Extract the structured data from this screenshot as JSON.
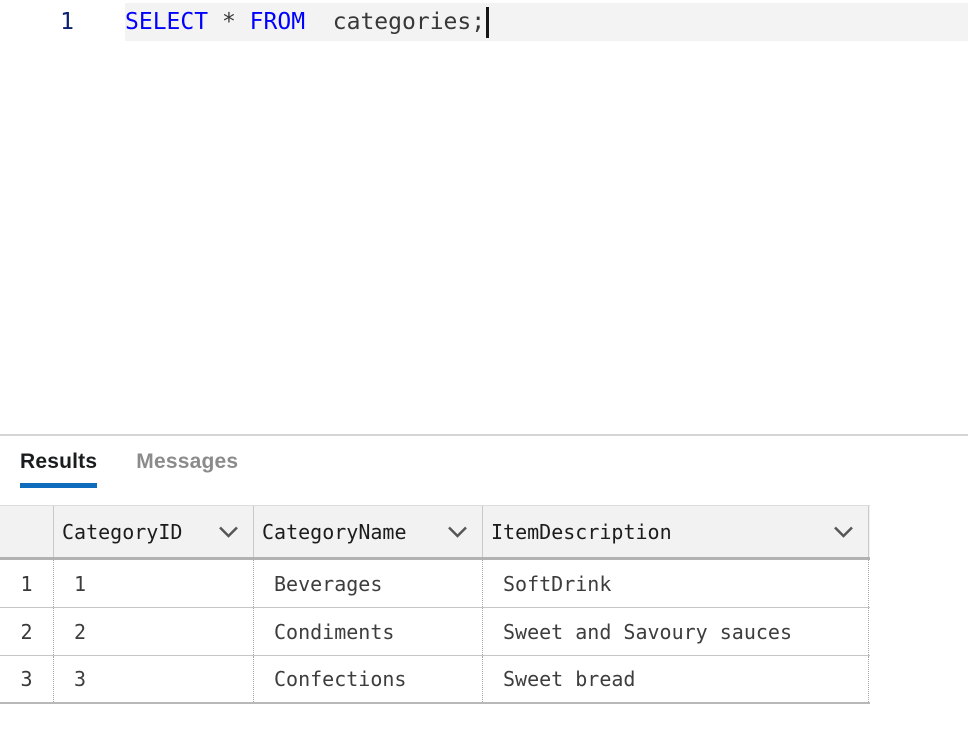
{
  "editor": {
    "active_line_number": "1",
    "code_tokens": [
      {
        "text": "SELECT",
        "type": "keyword"
      },
      {
        "text": " ",
        "type": "plain"
      },
      {
        "text": "*",
        "type": "plain"
      },
      {
        "text": " ",
        "type": "plain"
      },
      {
        "text": "FROM",
        "type": "keyword"
      },
      {
        "text": "  ",
        "type": "plain"
      },
      {
        "text": "categories;",
        "type": "plain"
      }
    ]
  },
  "tabs": [
    {
      "label": "Results",
      "active": true
    },
    {
      "label": "Messages",
      "active": false
    }
  ],
  "results_table": {
    "columns": [
      "CategoryID",
      "CategoryName",
      "ItemDescription"
    ],
    "rows": [
      {
        "num": "1",
        "cells": [
          "1",
          "Beverages",
          "SoftDrink"
        ]
      },
      {
        "num": "2",
        "cells": [
          "2",
          "Condiments",
          "Sweet and Savoury sauces"
        ]
      },
      {
        "num": "3",
        "cells": [
          "3",
          "Confections",
          "Sweet bread"
        ]
      }
    ]
  },
  "icons": {
    "column_menu": "chevron-down-icon"
  },
  "colors": {
    "keyword_blue": "#0000ff",
    "line_number_navy": "#0b216f",
    "current_line_bg": "#f3f3f3",
    "active_tab_underline": "#0f6cbd",
    "inactive_tab_gray": "#8b8b8b",
    "grid_header_bg": "#f2f2f2"
  }
}
